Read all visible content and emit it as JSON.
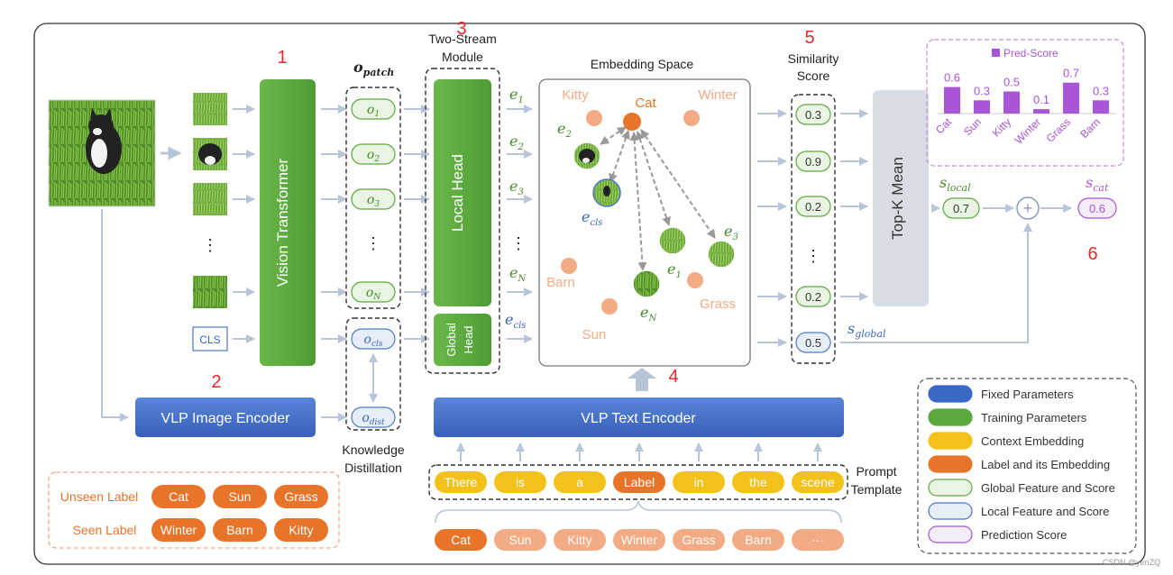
{
  "steps": [
    "1",
    "2",
    "3",
    "4",
    "5",
    "6"
  ],
  "image_input": {
    "cls_label": "CLS",
    "dots": "⋮"
  },
  "vit": {
    "label": "Vision Transformer"
  },
  "vlp_image": {
    "label": "VLP Image Encoder"
  },
  "vlp_text": {
    "label": "VLP Text Encoder"
  },
  "patch": {
    "header_main": "o",
    "header_sub": "patch",
    "items": [
      {
        "main": "o",
        "sub": "1"
      },
      {
        "main": "o",
        "sub": "2"
      },
      {
        "main": "o",
        "sub": "3"
      },
      {
        "main": "o",
        "sub": "N"
      }
    ],
    "dots": "⋮"
  },
  "cls_token": {
    "main": "o",
    "sub": "cls"
  },
  "dist_token": {
    "main": "o",
    "sub": "dist"
  },
  "knowledge": {
    "line1": "Knowledge",
    "line2": "Distillation"
  },
  "two_stream": {
    "line1": "Two-Stream",
    "line2": "Module",
    "local_head": "Local Head",
    "global_head_line1": "Global",
    "global_head_line2": "Head"
  },
  "embeds": {
    "items": [
      {
        "main": "e",
        "sub": "1"
      },
      {
        "main": "e",
        "sub": "2"
      },
      {
        "main": "e",
        "sub": "3"
      },
      {
        "main": "e",
        "sub": "N"
      }
    ],
    "cls": {
      "main": "e",
      "sub": "cls"
    },
    "dots": "⋮"
  },
  "embedding_space": {
    "title": "Embedding Space",
    "labels": {
      "kitty": "Kitty",
      "cat": "Cat",
      "winter": "Winter",
      "barn": "Barn",
      "sun": "Sun",
      "grass": "Grass"
    },
    "e_labels": {
      "e2": {
        "main": "e",
        "sub": "2"
      },
      "ecls": {
        "main": "e",
        "sub": "cls"
      },
      "e1": {
        "main": "e",
        "sub": "1"
      },
      "e3": {
        "main": "e",
        "sub": "3"
      },
      "eN": {
        "main": "e",
        "sub": "N"
      }
    }
  },
  "similarity": {
    "line1": "Similarity",
    "line2": "Score",
    "scores": [
      "0.3",
      "0.9",
      "0.2",
      "0.2"
    ],
    "global_score": "0.5",
    "dots": "⋮"
  },
  "topk": {
    "label": "Top-K Mean"
  },
  "s_local": {
    "main": "s",
    "sub": "local",
    "value": "0.7"
  },
  "s_global": {
    "main": "s",
    "sub": "global"
  },
  "s_cat": {
    "main": "s",
    "sub": "cat",
    "value": "0.6"
  },
  "plus_symbol": "+",
  "pred_chart": {
    "legend": "Pred-Score",
    "chart_data": {
      "type": "bar",
      "categories": [
        "Cat",
        "Sun",
        "Kitty",
        "Winter",
        "Grass",
        "Barn"
      ],
      "values": [
        0.6,
        0.3,
        0.5,
        0.1,
        0.7,
        0.3
      ],
      "value_labels": [
        "0.6",
        "0.3",
        "0.5",
        "0.1",
        "0.7",
        "0.3"
      ],
      "color": "#a855d8"
    }
  },
  "prompt": {
    "tokens": [
      "There",
      "is",
      "a",
      "Label",
      "in",
      "the",
      "scene"
    ],
    "label_index": 3,
    "title_line1": "Prompt",
    "title_line2": "Template"
  },
  "candidates": {
    "items": [
      "Cat",
      "Sun",
      "Kitty",
      "Winter",
      "Grass",
      "Barn",
      "···"
    ]
  },
  "labels_box": {
    "unseen_title": "Unseen Label",
    "unseen": [
      "Cat",
      "Sun",
      "Grass"
    ],
    "seen_title": "Seen Label",
    "seen": [
      "Winter",
      "Barn",
      "Kitty"
    ]
  },
  "legend": {
    "items": [
      {
        "text": "Fixed Parameters",
        "color": "#3a68c4"
      },
      {
        "text": "Training Parameters",
        "color": "#5aa83e"
      },
      {
        "text": "Context Embedding",
        "color": "#f2c21a"
      },
      {
        "text": "Label and its Embedding",
        "color": "#e8742a"
      },
      {
        "text": "Global Feature and Score",
        "color": "#eaf4e2"
      },
      {
        "text": "Local Feature and Score",
        "color": "#e8eef8"
      },
      {
        "text": "Prediction Score",
        "color": "#f4ecf8"
      }
    ]
  },
  "watermark": "CSDN @yenZQ",
  "colors": {
    "green": "#5aa83e",
    "blue": "#3a68c4",
    "orange": "#e8742a",
    "peach": "#f2ab84",
    "yellow": "#f2c21a",
    "purple": "#a855d8",
    "red": "#e8272a",
    "arrow": "#b8c4d8"
  }
}
